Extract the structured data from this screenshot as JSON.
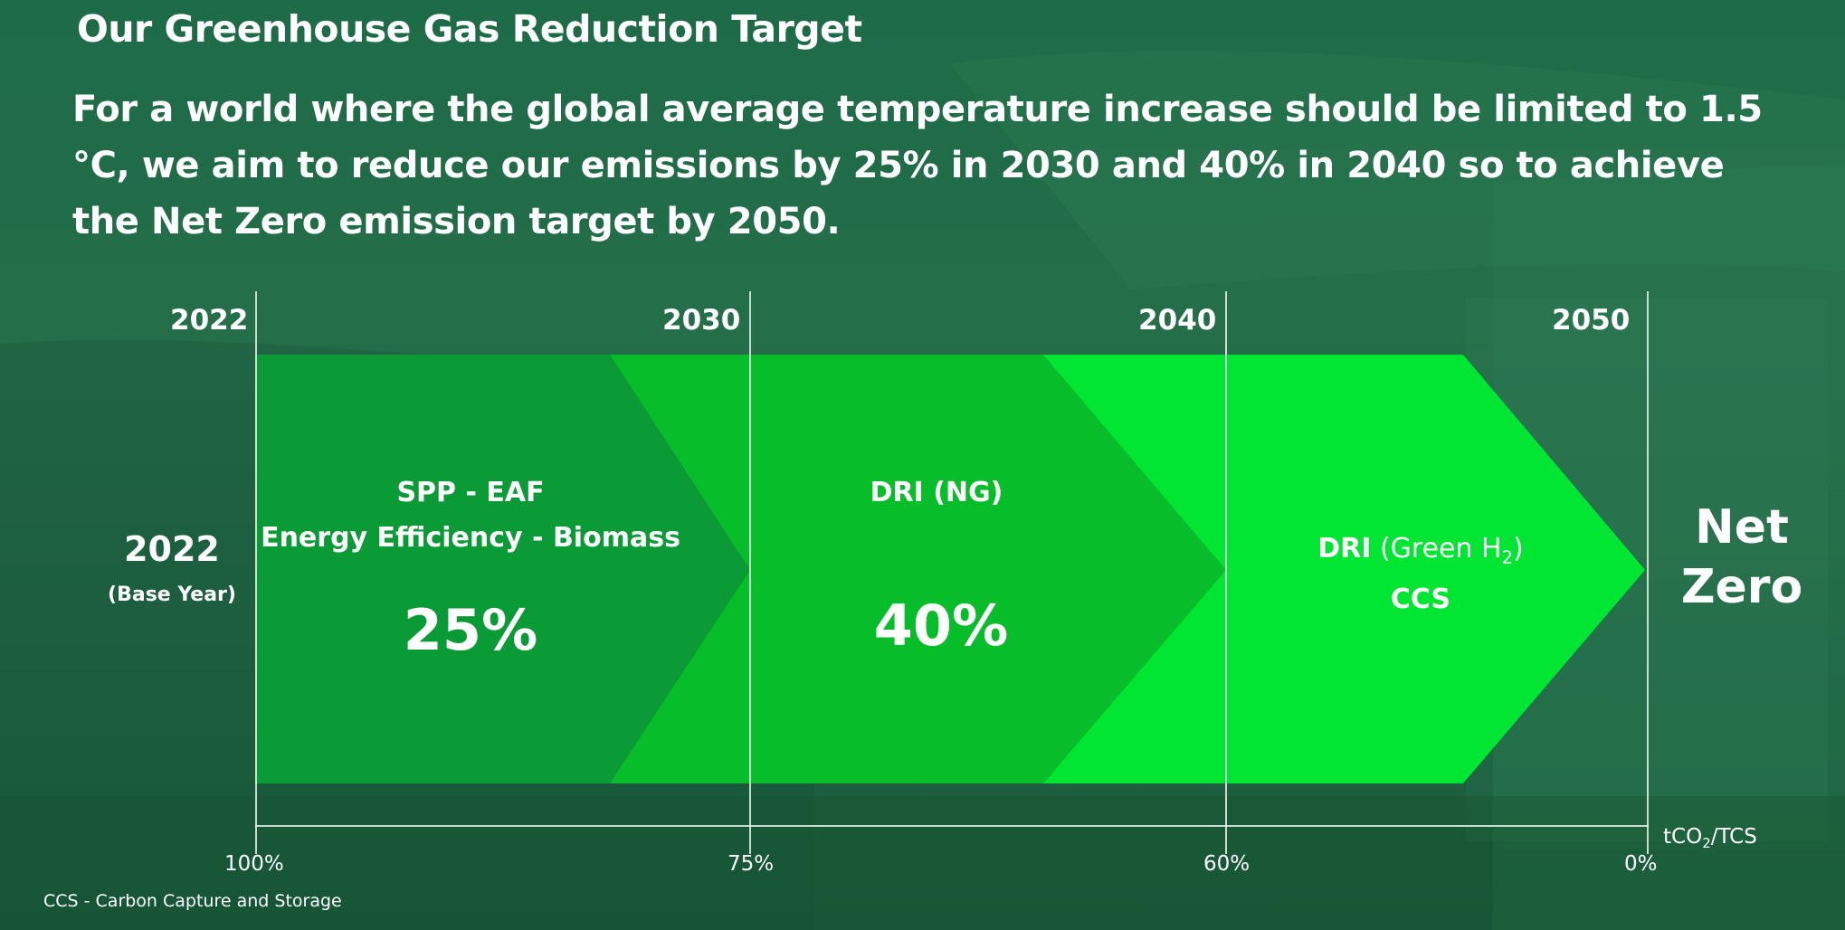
{
  "title": "Our Greenhouse Gas Reduction Target",
  "subtitle": "For a world where the global average temperature increase should be limited to 1.5 °C, we aim to reduce our emissions by 25% in 2030 and 40% in 2040 so to achieve the Net Zero emission target by 2050.",
  "timeline": {
    "years": [
      "2022",
      "2030",
      "2040",
      "2050"
    ],
    "percentages": [
      "100%",
      "75%",
      "60%",
      "0%"
    ],
    "unit_main": "tCO",
    "unit_sub": "2",
    "unit_tail": "/TCS"
  },
  "base": {
    "year": "2022",
    "note": "(Base Year)"
  },
  "stages": [
    {
      "line1": "SPP - EAF",
      "line2": "Energy Efficiency - Biomass",
      "percent": "25%",
      "color": "#0a9b36"
    },
    {
      "line1": "DRI (NG)",
      "percent": "40%",
      "color": "#07bd2a"
    },
    {
      "bold": "DRI",
      "normal": "(Green H",
      "sub": "2",
      "close": ")",
      "line2": "CCS",
      "color": "#00e632"
    }
  ],
  "end_label": {
    "line1": "Net",
    "line2": "Zero"
  },
  "footnote": "CCS - Carbon Capture and Storage",
  "colors": {
    "background": "#1f6a46",
    "stage1": "#0a9b36",
    "stage2": "#07bd2a",
    "stage3": "#00e632"
  }
}
